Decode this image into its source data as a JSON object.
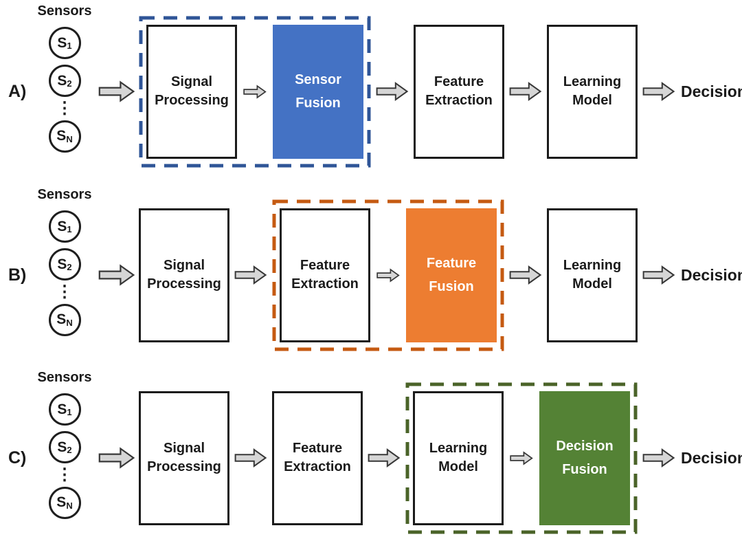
{
  "colors": {
    "box_border": "#1b1b1b",
    "arrow_fill": "#d6d6d6",
    "arrow_stroke": "#383838",
    "blue_fill": "#4472C4",
    "blue_dash": "#2F5597",
    "orange_fill": "#ED7D31",
    "orange_dash": "#C55A11",
    "green_fill": "#548235",
    "green_dash": "#4A6328"
  },
  "sensors": {
    "label": "Sensors",
    "nodes": [
      {
        "base": "S",
        "sub": "1"
      },
      {
        "base": "S",
        "sub": "2"
      },
      {
        "base": "S",
        "sub": "N"
      }
    ],
    "ellipsis": "⋮"
  },
  "rows": [
    {
      "label": "A)",
      "fusion_stage": "sensor_fusion",
      "stages": {
        "signal_processing": "Signal Processing",
        "sensor_fusion": "Sensor Fusion",
        "feature_extraction": "Feature Extraction",
        "learning_model": "Learning Model"
      },
      "decision": "Decision"
    },
    {
      "label": "B)",
      "fusion_stage": "feature_fusion",
      "stages": {
        "signal_processing": "Signal Processing",
        "feature_extraction": "Feature Extraction",
        "feature_fusion": "Feature Fusion",
        "learning_model": "Learning Model"
      },
      "decision": "Decision"
    },
    {
      "label": "C)",
      "fusion_stage": "decision_fusion",
      "stages": {
        "signal_processing": "Signal Processing",
        "feature_extraction": "Feature Extraction",
        "learning_model": "Learning Model",
        "decision_fusion": "Decision Fusion"
      },
      "decision": "Decision"
    }
  ]
}
